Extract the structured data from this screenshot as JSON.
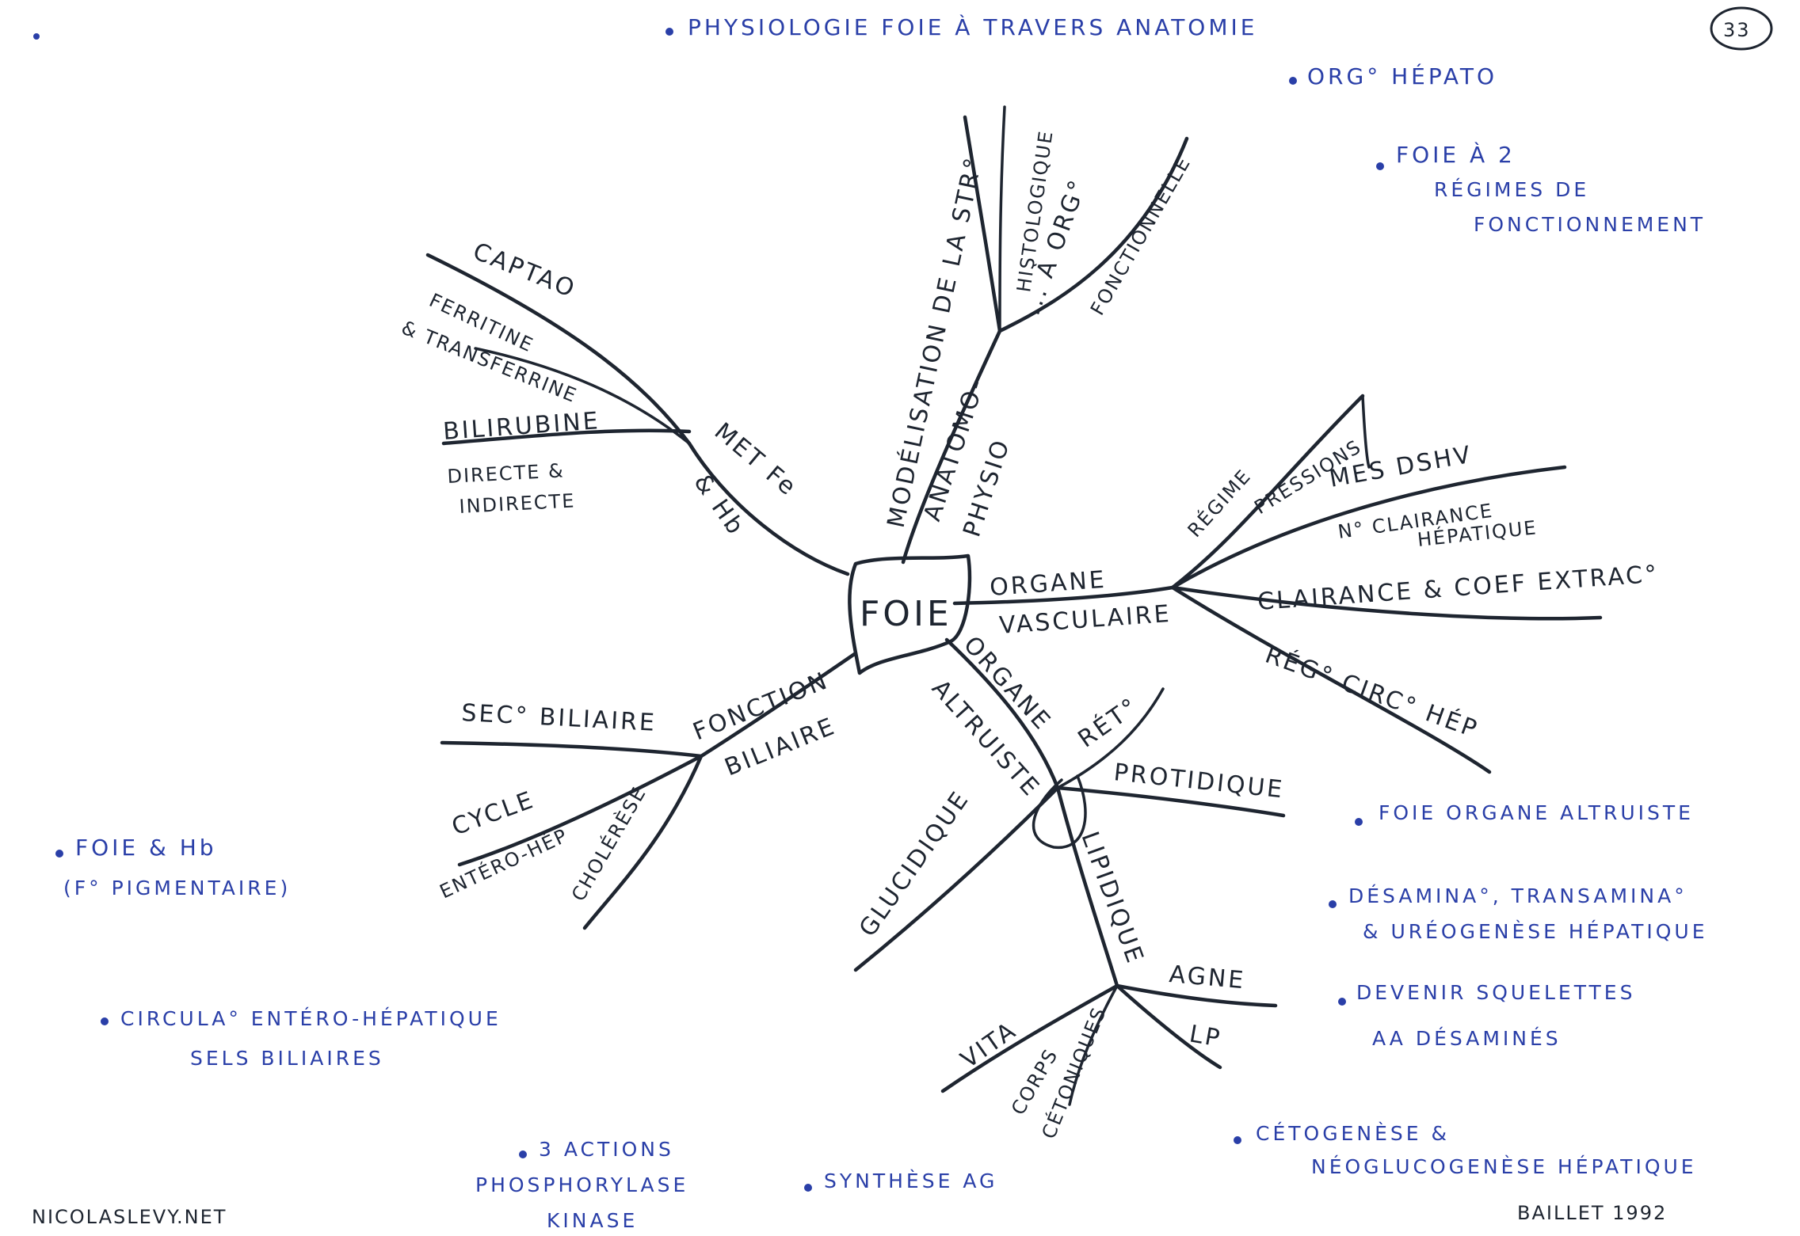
{
  "header": {
    "top_note": "PHYSIOLOGIE FOIE À TRAVERS ANATOMIE",
    "page_number": "33"
  },
  "center": {
    "label": "FOIE"
  },
  "branches": {
    "anatomo": {
      "label_1": "ANATOMO-",
      "label_2": "PHYSIO",
      "model_1": "MODÉLISATION DE LA STR°",
      "histo_1": "HISTOLOGIQUE",
      "histo_2": "... À ORG°",
      "fonction": "FONCTIONNELLE"
    },
    "met": {
      "label_1": "MET Fe",
      "label_2": "& Hb",
      "captao": "CAPTAO",
      "ferritine_1": "FERRITINE",
      "ferritine_2": "& TRANSFERRINE",
      "bilirubine": "BILIRUBINE",
      "directe_1": "DIRECTE &",
      "directe_2": "INDIRECTE"
    },
    "vasc": {
      "label_1": "ORGANE",
      "label_2": "VASCULAIRE",
      "regime": "RÉGIME",
      "pressions": "PRESSIONS",
      "mes": "MES DSHV",
      "clearance_1": "N° CLAIRANCE",
      "clearance_2": "HÉPATIQUE",
      "clairance_coef": "CLAIRANCE & COEF EXTRAC°",
      "reg_circ": "RÉG° CIRC° HÉP"
    },
    "biliaire": {
      "label_1": "FONCTION",
      "label_2": "BILIAIRE",
      "sec": "SEC° BILIAIRE",
      "cycle_1": "CYCLE",
      "cycle_2": "ENTÉRO-HÉP",
      "cholerese": "CHOLÉRÈSE"
    },
    "altruiste": {
      "label_1": "ORGANE",
      "label_2": "ALTRUISTE",
      "ret": "RÉT°",
      "protidique": "PROTIDIQUE",
      "glucidique": "GLUCIDIQUE",
      "lipidique": "LIPIDIQUE",
      "agne": "AGNE",
      "lp": "LP",
      "vita": "VITA",
      "corps_1": "CORPS",
      "corps_2": "CÉTONIQUES"
    }
  },
  "notes": {
    "org_hepato": "ORG° HÉPATO",
    "regimes_1": "FOIE À 2",
    "regimes_2": "RÉGIMES DE",
    "regimes_3": "FONCTIONNEMENT",
    "foie_hb_1": "FOIE & Hb",
    "foie_hb_2": "(F° PIGMENTAIRE)",
    "circulation_1": "CIRCULA° ENTÉRO-HÉPATIQUE",
    "circulation_2": "SELS BILIAIRES",
    "actions_1": "3 ACTIONS",
    "actions_2": "PHOSPHORYLASE",
    "actions_3": "KINASE",
    "synthese": "SYNTHÈSE AG",
    "altruiste_note": "FOIE ORGANE ALTRUISTE",
    "desamination_1": "DÉSAMINA°, TRANSAMINA°",
    "desamination_2": "& URÉOGENÈSE HÉPATIQUE",
    "devenir_1": "DEVENIR SQUELETTES",
    "devenir_2": "AA DÉSAMINÉS",
    "cetogenese_1": "CÉTOGENÈSE &",
    "cetogenese_2": "NÉOGLUCOGENÈSE HÉPATIQUE"
  },
  "footer": {
    "site": "NICOLASLEVY.NET",
    "author": "BAILLET 1992"
  },
  "colors": {
    "ink": "#1e2530",
    "blue_pen": "#2a3fa8"
  }
}
